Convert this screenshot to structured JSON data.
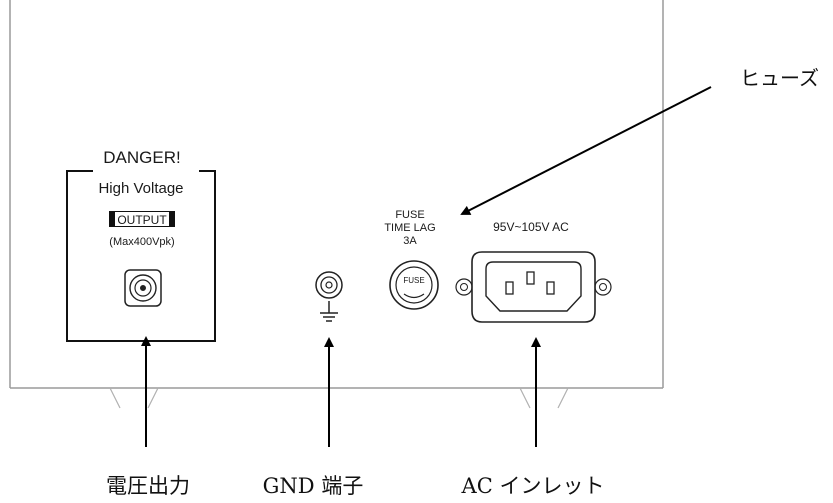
{
  "panel": {
    "danger": "DANGER!",
    "high_voltage": "High Voltage",
    "output": "OUTPUT",
    "max": "(Max400Vpk)",
    "fuse_line1": "FUSE",
    "fuse_line2": "TIME LAG",
    "fuse_line3": "3A",
    "fuse_knob": "FUSE",
    "ac_rating": "95V~105V AC"
  },
  "callouts": {
    "fuse": "ヒューズ",
    "output": "電圧出力",
    "gnd": "GND 端子",
    "ac_inlet": "AC インレット"
  },
  "icons": {
    "ground": "ground-symbol-icon",
    "bnc": "bnc-connector-icon",
    "fuse_holder": "fuse-holder-icon",
    "ac_inlet": "iec-inlet-icon",
    "arrow": "arrow-icon"
  }
}
